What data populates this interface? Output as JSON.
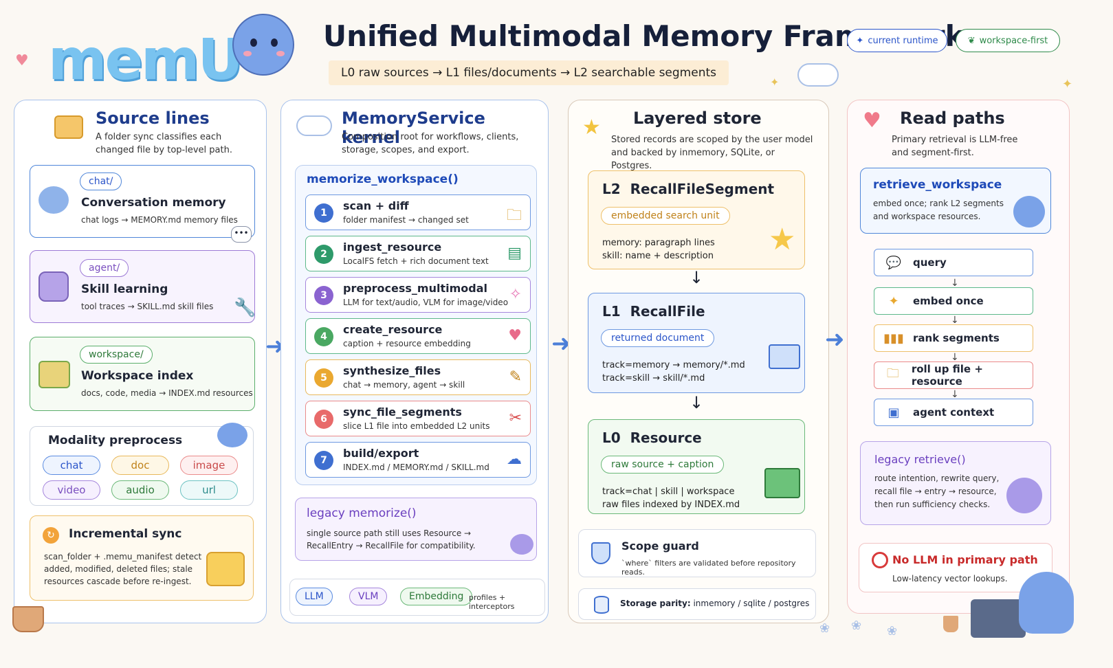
{
  "header": {
    "logo": "memU",
    "title": "Unified Multimodal Memory Framework",
    "subtitle": "L0 raw sources → L1 files/documents → L2 searchable segments",
    "badges": [
      {
        "label": "current runtime",
        "icon": "sparkle-icon",
        "color": "#2b55c9"
      },
      {
        "label": "workspace-first",
        "icon": "leaf-icon",
        "color": "#2e8a4a"
      }
    ]
  },
  "source_lines": {
    "title": "Source lines",
    "subtitle": "A folder sync classifies each changed file by top-level path.",
    "cards": [
      {
        "tag": "chat/",
        "title": "Conversation memory",
        "desc": "chat logs → MEMORY.md memory files"
      },
      {
        "tag": "agent/",
        "title": "Skill learning",
        "desc": "tool traces → SKILL.md skill files"
      },
      {
        "tag": "workspace/",
        "title": "Workspace index",
        "desc": "docs, code, media → INDEX.md resources"
      }
    ],
    "modality": {
      "title": "Modality preprocess",
      "chips": [
        "chat",
        "doc",
        "image",
        "video",
        "audio",
        "url"
      ]
    },
    "incremental": {
      "title": "Incremental sync",
      "desc": "scan_folder + .memu_manifest detect added, modified, deleted files; stale resources cascade before re-ingest."
    }
  },
  "kernel": {
    "title": "MemoryService kernel",
    "subtitle": "Composition root for workflows, clients, storage, scopes, and export.",
    "workflow": "memorize_workspace()",
    "steps": [
      {
        "num": "1",
        "name": "scan + diff",
        "desc": "folder manifest → changed set"
      },
      {
        "num": "2",
        "name": "ingest_resource",
        "desc": "LocalFS fetch + rich document text"
      },
      {
        "num": "3",
        "name": "preprocess_multimodal",
        "desc": "LLM for text/audio, VLM for image/video"
      },
      {
        "num": "4",
        "name": "create_resource",
        "desc": "caption + resource embedding"
      },
      {
        "num": "5",
        "name": "synthesize_files",
        "desc": "chat → memory, agent → skill"
      },
      {
        "num": "6",
        "name": "sync_file_segments",
        "desc": "slice L1 file into embedded L2 units"
      },
      {
        "num": "7",
        "name": "build/export",
        "desc": "INDEX.md / MEMORY.md / SKILL.md"
      }
    ],
    "legacy": {
      "title": "legacy memorize()",
      "desc": "single source path still uses Resource → RecallEntry → RecallFile for compatibility."
    },
    "profiles": {
      "chips": [
        "LLM",
        "VLM",
        "Embedding"
      ],
      "note": "profiles + interceptors"
    }
  },
  "store": {
    "title": "Layered store",
    "subtitle": "Stored records are scoped by the user model and backed by inmemory, SQLite, or Postgres.",
    "layers": [
      {
        "level": "L2",
        "name": "RecallFileSegment",
        "tag": "embedded search unit",
        "lines": [
          "memory: paragraph lines",
          "skill: name + description"
        ]
      },
      {
        "level": "L1",
        "name": "RecallFile",
        "tag": "returned document",
        "lines": [
          "track=memory → memory/*.md",
          "track=skill → skill/*.md"
        ]
      },
      {
        "level": "L0",
        "name": "Resource",
        "tag": "raw source + caption",
        "lines": [
          "track=chat | skill | workspace",
          "raw files indexed by INDEX.md"
        ]
      }
    ],
    "scope_guard": {
      "title": "Scope guard",
      "desc": "`where` filters are validated before repository reads."
    },
    "storage": {
      "label": "Storage parity:",
      "value": "inmemory / sqlite / postgres"
    }
  },
  "read_paths": {
    "title": "Read paths",
    "subtitle": "Primary retrieval is LLM-free and segment-first.",
    "retrieve": {
      "title": "retrieve_workspace",
      "desc": "embed once; rank L2 segments and workspace resources."
    },
    "steps": [
      {
        "label": "query",
        "icon": "chat-bubble-icon"
      },
      {
        "label": "embed once",
        "icon": "sparkle-icon"
      },
      {
        "label": "rank segments",
        "icon": "bar-chart-icon"
      },
      {
        "label": "roll up file + resource",
        "icon": "folder-icon"
      },
      {
        "label": "agent context",
        "icon": "robot-icon"
      }
    ],
    "legacy": {
      "title": "legacy retrieve()",
      "desc": "route intention, rewrite query, recall file → entry → resource, then run sufficiency checks."
    },
    "no_llm": {
      "title": "No LLM in primary path",
      "desc": "Low-latency vector lookups."
    }
  }
}
